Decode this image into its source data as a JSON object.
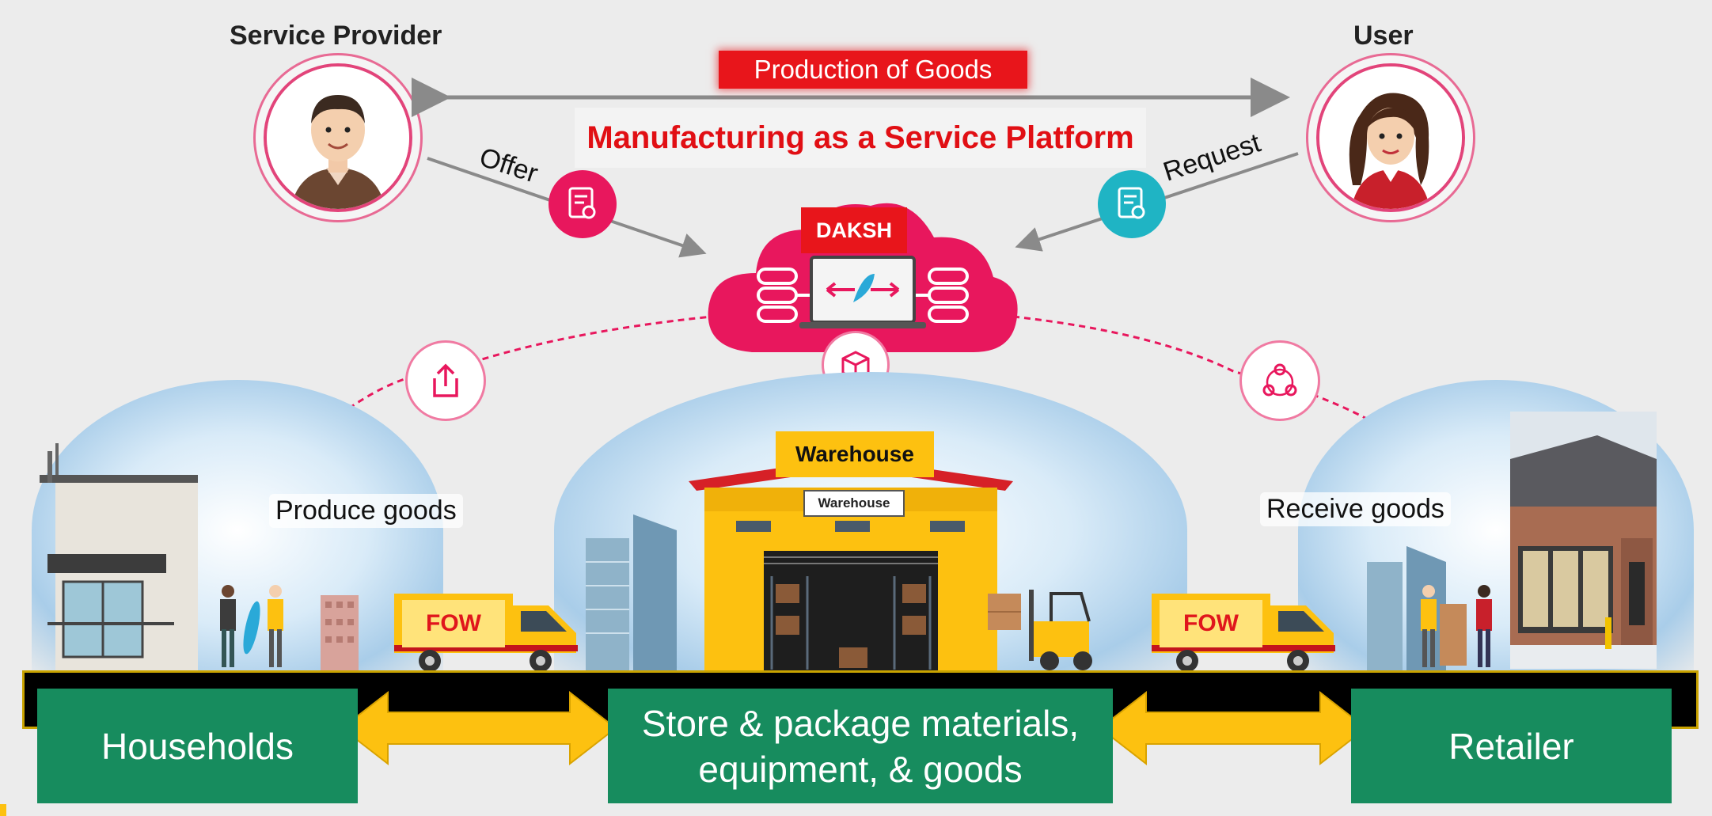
{
  "roles": {
    "left": "Service Provider",
    "right": "User"
  },
  "top_banner": "Production of Goods",
  "platform_title": "Manufacturing as a Service Platform",
  "flow_labels": {
    "offer": "Offer",
    "request": "Request"
  },
  "cloud": {
    "label": "DAKSH"
  },
  "warehouse": {
    "tag": "Warehouse",
    "sign": "Warehouse"
  },
  "scene_labels": {
    "produce": "Produce goods",
    "receive": "Receive goods"
  },
  "trucks": {
    "left": "FOW",
    "right": "FOW"
  },
  "bottom_boxes": {
    "left": "Households",
    "center_line1": "Store & package materials,",
    "center_line2": "equipment, & goods",
    "right": "Retailer"
  },
  "colors": {
    "brand_red": "#e8151b",
    "pink": "#e8175d",
    "teal": "#1fb4c4",
    "yellow": "#fdc110",
    "green": "#178c5e"
  }
}
